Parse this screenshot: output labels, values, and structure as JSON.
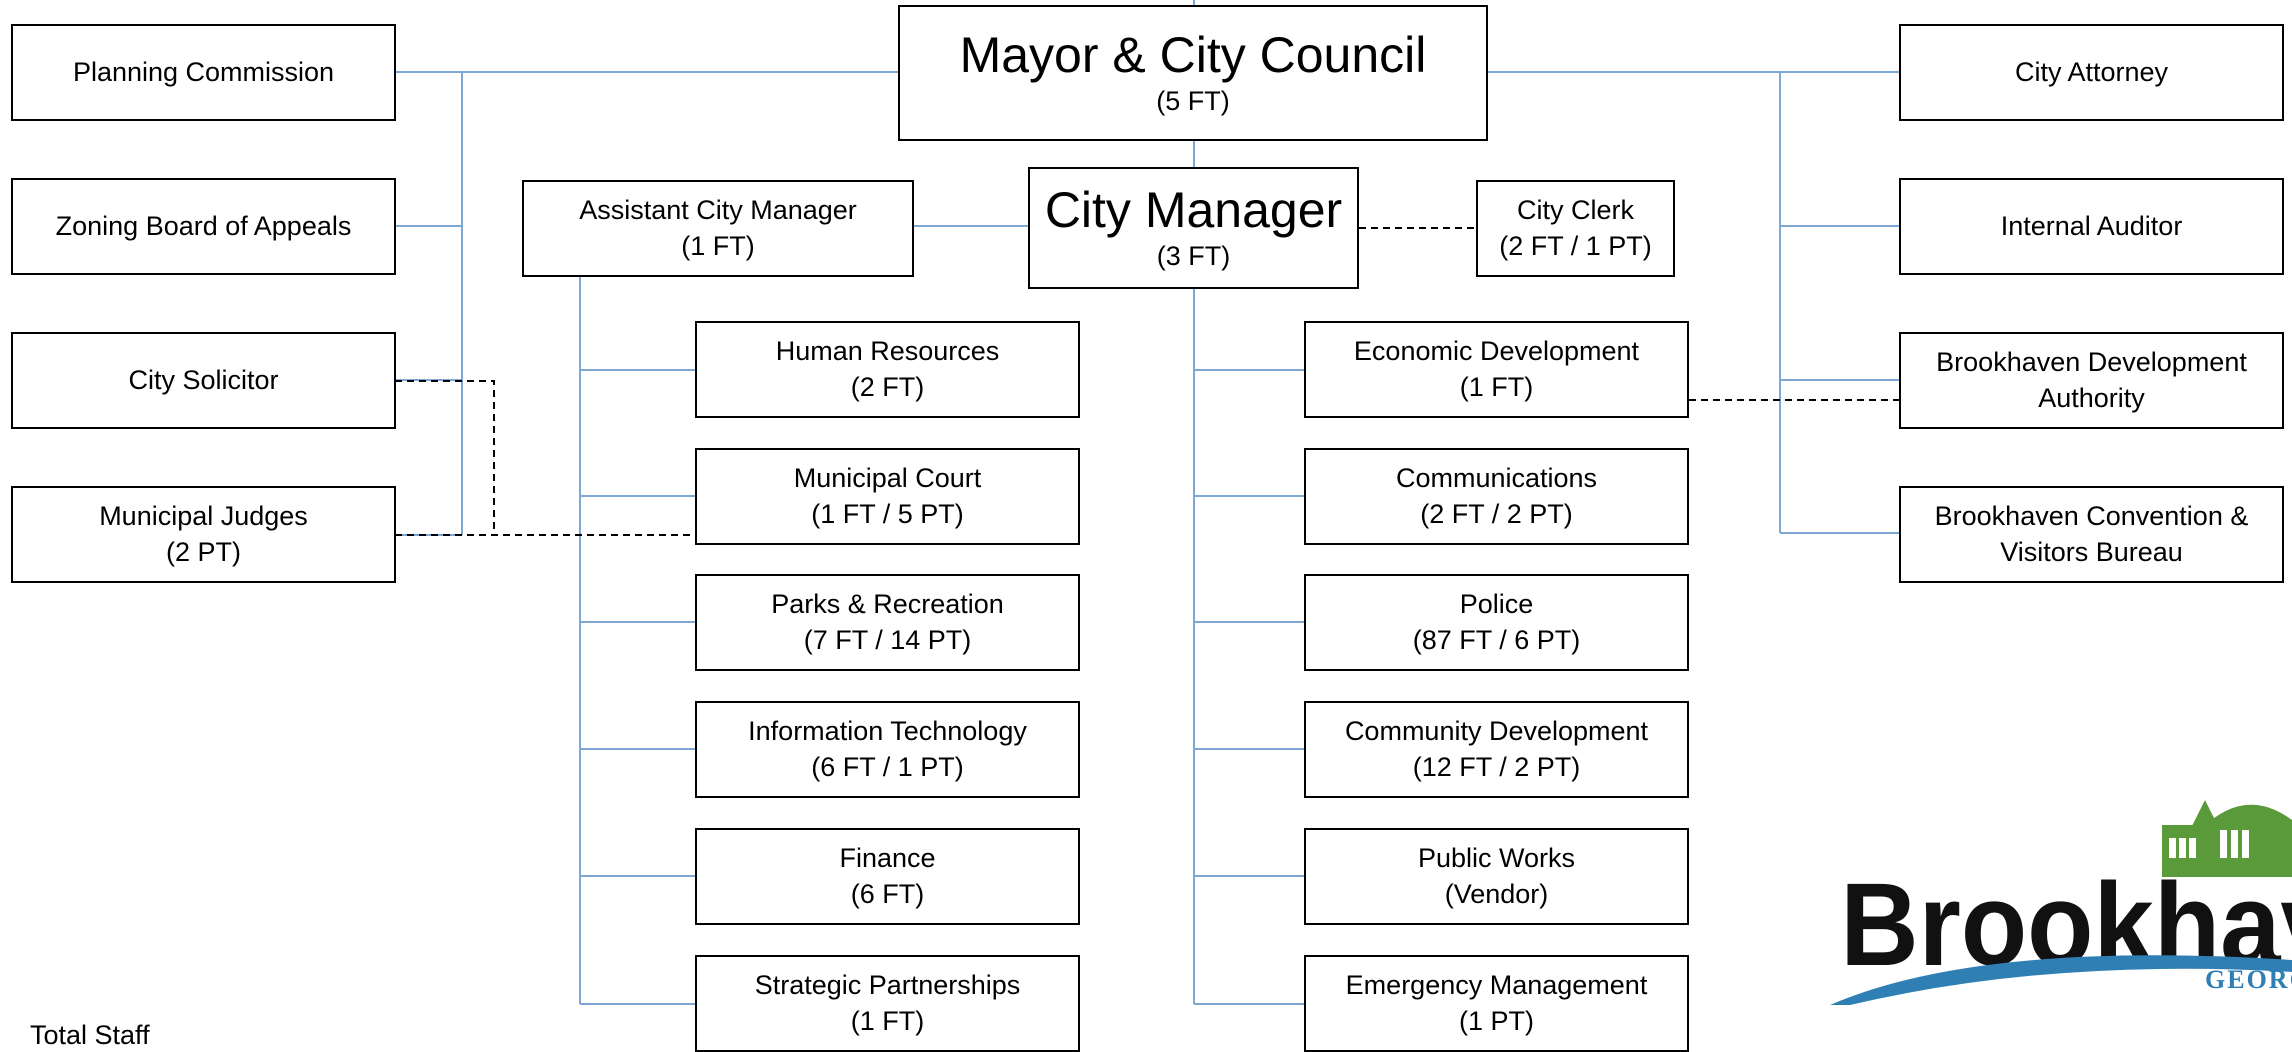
{
  "top": {
    "mayor": {
      "title": "Mayor & City Council",
      "sub": "(5 FT)"
    },
    "manager": {
      "title": "City Manager",
      "sub": "(3 FT)"
    },
    "assistant": {
      "title": "Assistant City Manager",
      "sub": "(1 FT)"
    },
    "clerk": {
      "title": "City Clerk",
      "sub": "(2 FT / 1 PT)"
    }
  },
  "left_boards": [
    {
      "title": "Planning Commission"
    },
    {
      "title": "Zoning Board of Appeals"
    },
    {
      "title": "City Solicitor"
    },
    {
      "title": "Municipal Judges",
      "sub": "(2 PT)"
    }
  ],
  "right_boards": [
    {
      "title": "City Attorney"
    },
    {
      "title": "Internal Auditor"
    },
    {
      "title": "Brookhaven Development",
      "sub": "Authority"
    },
    {
      "title": "Brookhaven Convention &",
      "sub": "Visitors Bureau"
    }
  ],
  "assistant_depts": [
    {
      "title": "Human Resources",
      "sub": "(2 FT)"
    },
    {
      "title": "Municipal Court",
      "sub": "(1 FT / 5 PT)"
    },
    {
      "title": "Parks & Recreation",
      "sub": "(7 FT / 14 PT)"
    },
    {
      "title": "Information Technology",
      "sub": "(6 FT / 1 PT)"
    },
    {
      "title": "Finance",
      "sub": "(6 FT)"
    },
    {
      "title": "Strategic Partnerships",
      "sub": "(1 FT)"
    }
  ],
  "manager_depts": [
    {
      "title": "Economic Development",
      "sub": "(1 FT)"
    },
    {
      "title": "Communications",
      "sub": "(2 FT / 2 PT)"
    },
    {
      "title": "Police",
      "sub": "(87 FT / 6 PT)"
    },
    {
      "title": "Community Development",
      "sub": "(12 FT / 2 PT)"
    },
    {
      "title": "Public Works",
      "sub": "(Vendor)"
    },
    {
      "title": "Emergency Management",
      "sub": "(1 PT)"
    }
  ],
  "footer": {
    "total_staff": "Total Staff"
  },
  "logo": {
    "wordmark": "Brookhaven",
    "state": "GEORGIA"
  },
  "colors": {
    "connector": "#7fa7d6",
    "dashed": "#000000",
    "logo_blue": "#2f7fb5",
    "logo_green": "#5a9a3a"
  }
}
